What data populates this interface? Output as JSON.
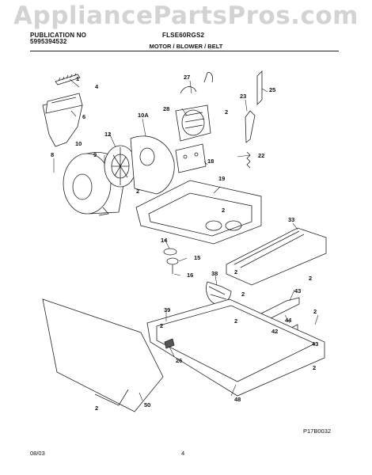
{
  "watermark": "AppliancePartsPros.com",
  "header": {
    "publication_label": "PUBLICATION NO",
    "publication_number": "5995394532",
    "model": "FLSE60RGS2"
  },
  "section_title": "MOTOR / BLOWER / BELT",
  "diagram_id": "P17B0032",
  "footer": {
    "date": "08/03",
    "page": "4"
  },
  "callouts": [
    "1",
    "4",
    "6",
    "8",
    "9",
    "10",
    "10A",
    "12",
    "2",
    "27",
    "28",
    "2",
    "23",
    "25",
    "18",
    "22",
    "19",
    "2",
    "33",
    "14",
    "15",
    "16",
    "38",
    "2",
    "43",
    "2",
    "39",
    "2",
    "42",
    "44",
    "43",
    "26",
    "48",
    "50",
    "2",
    "2",
    "2",
    "2",
    "2"
  ]
}
